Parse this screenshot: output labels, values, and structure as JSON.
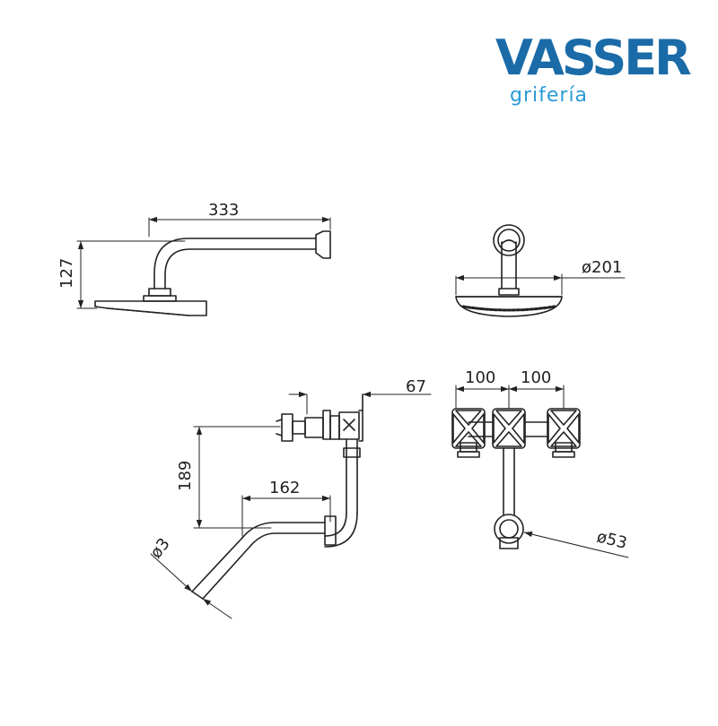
{
  "brand": {
    "name": "VASSER",
    "tagline": "grifería",
    "colors": {
      "primary": "#1a6ba8",
      "secondary": "#2a9ad6"
    }
  },
  "line_color": "#222222",
  "dimensions": {
    "arm_length": "333",
    "arm_height": "127",
    "head_diameter": "ø201",
    "valve_spacing_left": "100",
    "valve_spacing_right": "100",
    "wall_depth": "67",
    "valve_height": "189",
    "spout_length": "162",
    "spout_diameter": "ø3",
    "outlet_diameter": "ø53"
  }
}
